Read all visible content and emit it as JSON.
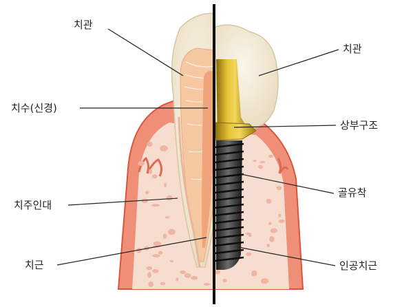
{
  "labels": {
    "crown_left": "치관",
    "pulp": "치수(신경)",
    "periodontal_ligament": "치주인대",
    "root": "치근",
    "crown_right": "치관",
    "abutment": "상부구조",
    "osseointegration": "골유착",
    "implant_fixture": "인공치근"
  },
  "colors": {
    "gum": "#ef8f78",
    "gum_edge": "#d9553c",
    "bone": "#f6ddd0",
    "bone_holes": "#efb5a4",
    "enamel": "#f3ead8",
    "dentin": "#f6c8a2",
    "pulp": "#f0a47c",
    "gold": "#c9a21a",
    "screw": "#3a3a3a",
    "divider": "#111111"
  }
}
